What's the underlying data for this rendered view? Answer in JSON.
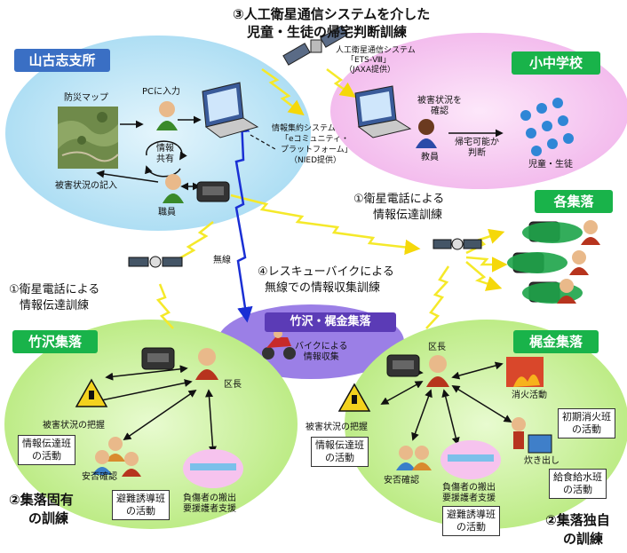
{
  "title": {
    "line1": "③人工衛星通信システムを介した",
    "line2": "児童・生徒の帰宅判断訓練"
  },
  "colors": {
    "branch_bg": "#b7e3f7",
    "school_bg": "#f6c6ef",
    "settlement_bg": "#c8ef9a",
    "bike_bg": "#9b7fe6",
    "header_green": "#19b34a",
    "header_blue": "#3a6fc4",
    "header_purple": "#5b3bb6",
    "signal_yellow": "#f5e92a",
    "radio_blue": "#1a2fd4"
  },
  "branch": {
    "label": "山古志支所",
    "map_label": "防災マップ",
    "pc_input": "PCに入力",
    "share": "情報\n共有",
    "record": "被害状況の記入",
    "staff": "職員"
  },
  "satellite_system": {
    "line1": "人工衛星通信システム",
    "line2": "「ETS-Ⅷ」",
    "line3": "（JAXA提供）"
  },
  "info_system": {
    "line1": "情報集約システム",
    "line2": "「eコミュニティ・",
    "line3": "プラットフォーム」",
    "line4": "（NIED提供）"
  },
  "school": {
    "label": "小中学校",
    "confirm": "被害状況を\n確認",
    "teacher": "教員",
    "judge": "帰宅可能か\n判断",
    "students": "児童・生徒"
  },
  "sat_phone_right": {
    "line1": "①衛星電話による",
    "line2": "情報伝達訓練"
  },
  "sat_phone_left": {
    "line1": "①衛星電話による",
    "line2": "情報伝達訓練"
  },
  "villages": {
    "label": "各集落"
  },
  "wireless": "無線",
  "rescue_bike": {
    "line1": "④レスキューバイクによる",
    "line2": "無線での情報収集訓練"
  },
  "bike_area": {
    "label": "竹沢・梶金集落",
    "text": "バイクによる\n情報収集"
  },
  "takezawa": {
    "label": "竹沢集落",
    "chief": "区長",
    "damage": "被害状況の把握",
    "info_team": "情報伝達班\nの活動",
    "safety": "安否確認",
    "evac_team": "避難誘導班\nの活動",
    "injured": "負傷者の搬出\n要援護者支援",
    "specific_line1": "②集落固有",
    "specific_line2": "の訓練"
  },
  "kajigane": {
    "label": "梶金集落",
    "chief": "区長",
    "damage": "被害状況の把握",
    "info_team": "情報伝達班\nの活動",
    "safety": "安否確認",
    "injured": "負傷者の搬出\n要援護者支援",
    "evac_team": "避難誘導班\nの活動",
    "firefight": "消火活動",
    "fire_team": "初期消火班\nの活動",
    "cooking": "炊き出し",
    "food_team": "給食給水班\nの活動",
    "specific_line1": "②集落独自",
    "specific_line2": "の訓練"
  }
}
